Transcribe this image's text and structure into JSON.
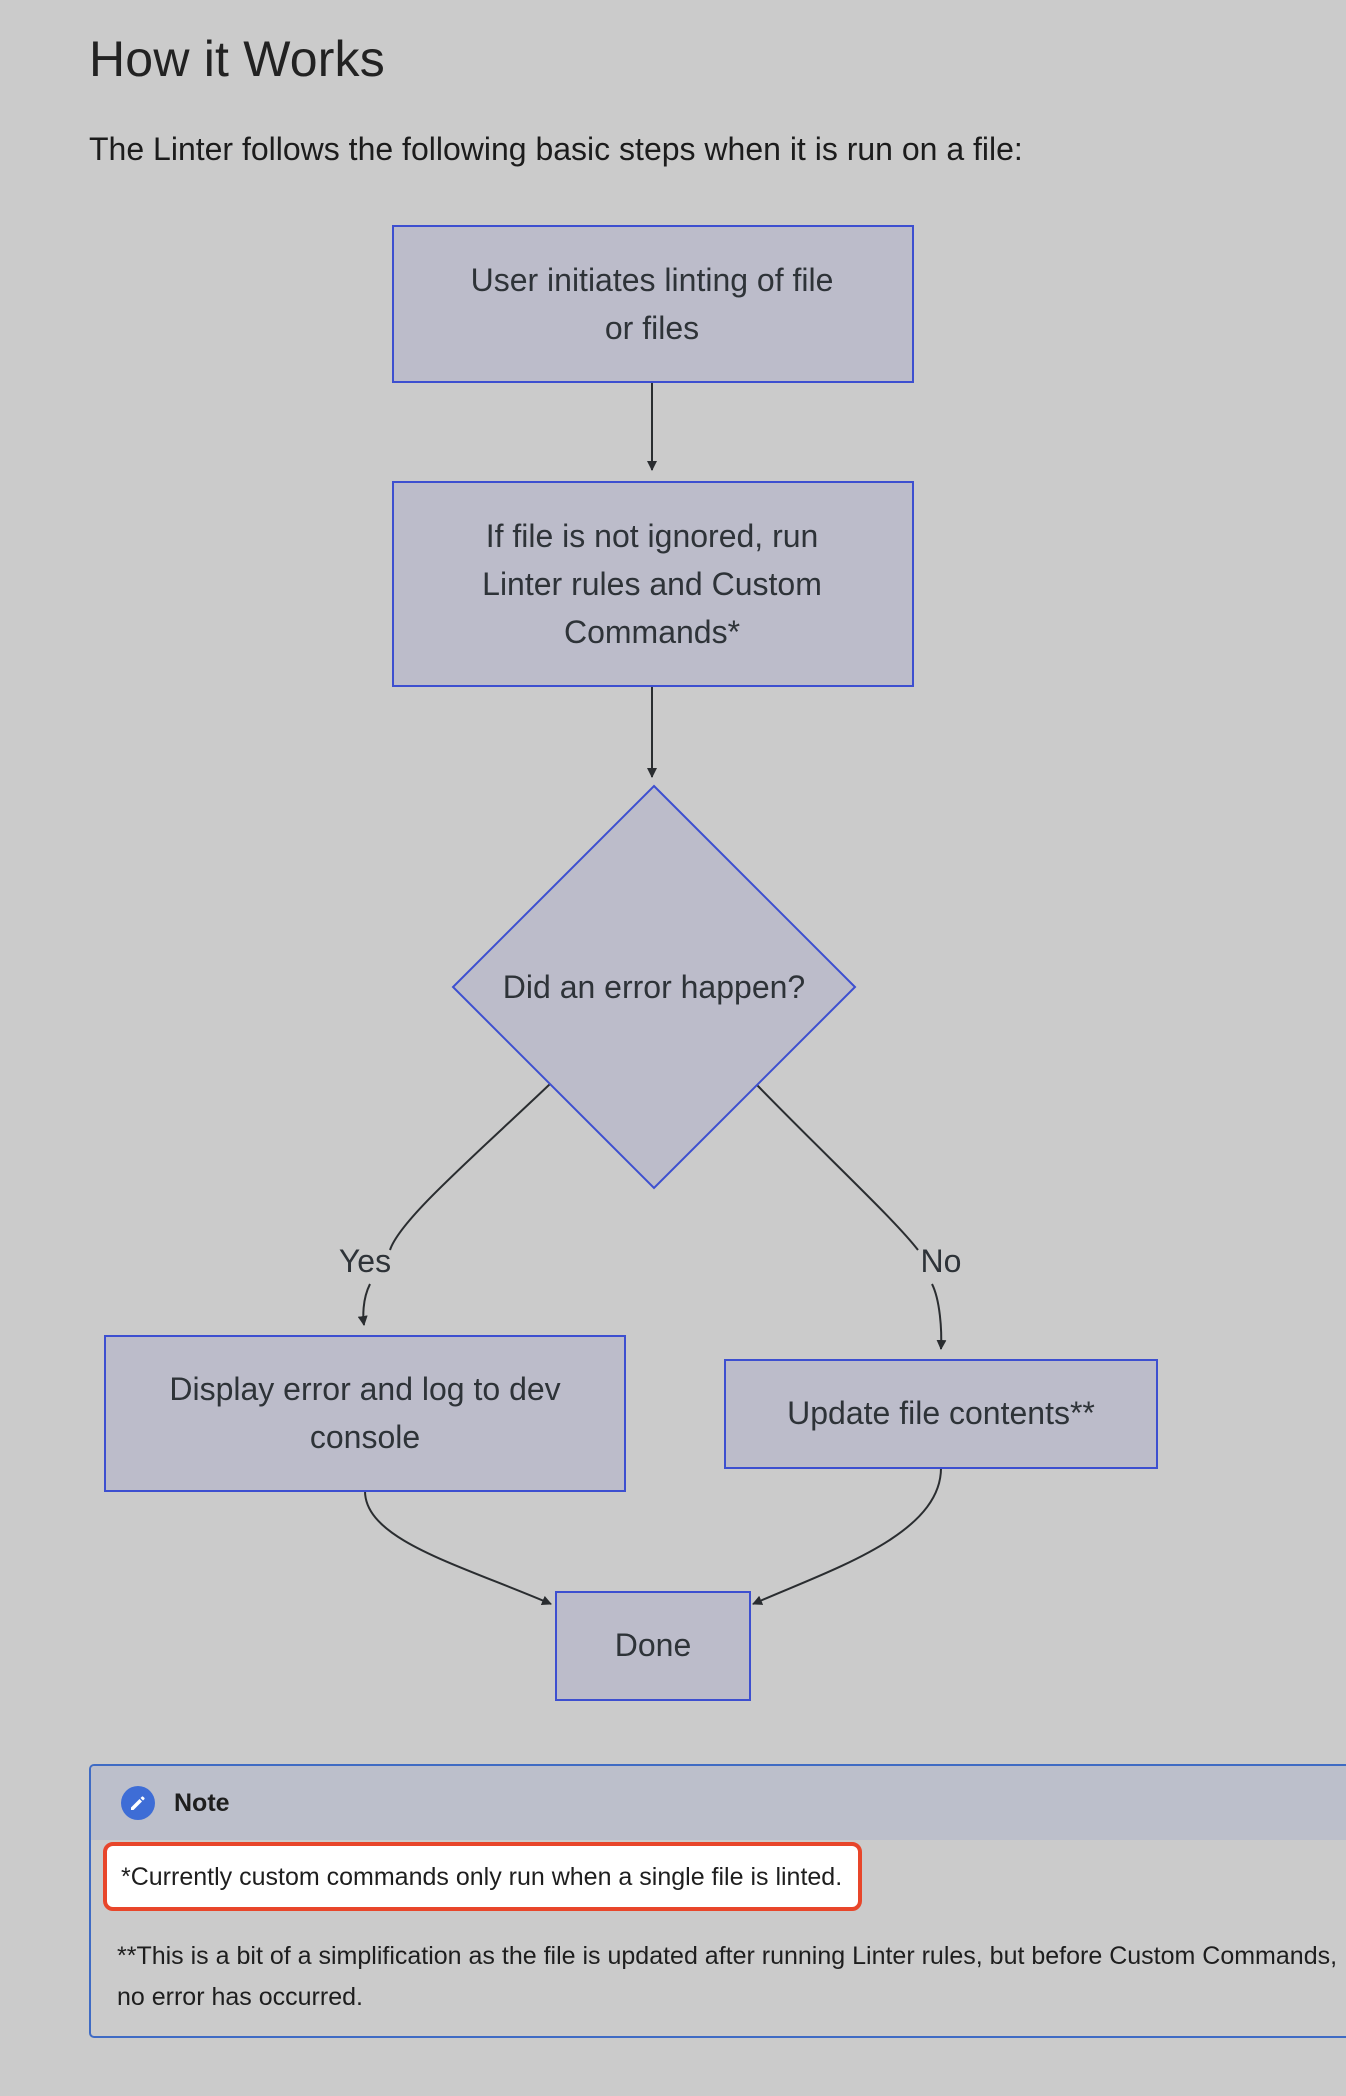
{
  "page": {
    "heading": "How it Works",
    "intro": "The Linter follows the following basic steps when it is run on a file:"
  },
  "flowchart": {
    "nodes": {
      "start": [
        "User initiates linting of file",
        "or files"
      ],
      "run": [
        "If file is not ignored, run",
        "Linter rules and Custom",
        "Commands*"
      ],
      "decision": [
        "Did an error happen?"
      ],
      "error": [
        "Display error and log to dev",
        "console"
      ],
      "update": [
        "Update file contents**"
      ],
      "done": [
        "Done"
      ]
    },
    "edge_labels": {
      "yes": "Yes",
      "no": "No"
    },
    "colors": {
      "node_fill": "#bcbcca",
      "node_stroke": "#3d4fd0",
      "edge": "#2a2d30"
    }
  },
  "note": {
    "icon": "pencil-icon",
    "title": "Note",
    "line1": "*Currently custom commands only run when a single file is linted.",
    "line2": "**This is a bit of a simplification as the file is updated after running Linter rules, but before Custom Commands,",
    "line3": "no error has occurred.",
    "colors": {
      "border": "#3f6bc4",
      "highlight": "#e8462a",
      "icon_bg": "#3e6dd6"
    }
  }
}
